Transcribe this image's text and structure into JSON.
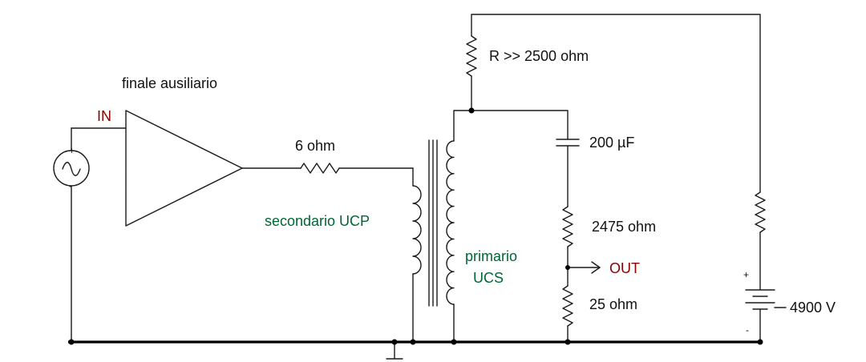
{
  "labels": {
    "amp_title": "finale ausiliario",
    "input": "IN",
    "r_series": "6 ohm",
    "secondary": "secondario UCP",
    "primary_1": "primario",
    "primary_2": "UCS",
    "r_bias": "R >> 2500 ohm",
    "capacitor": "200 µF",
    "r_upper": "2475 ohm",
    "output": "OUT",
    "r_lower": "25 ohm",
    "battery": "4900 V",
    "plus": "+",
    "minus": "-"
  },
  "colors": {
    "wire": "#1a1a1a",
    "label_red": "#8b0000",
    "label_green": "#006633"
  }
}
